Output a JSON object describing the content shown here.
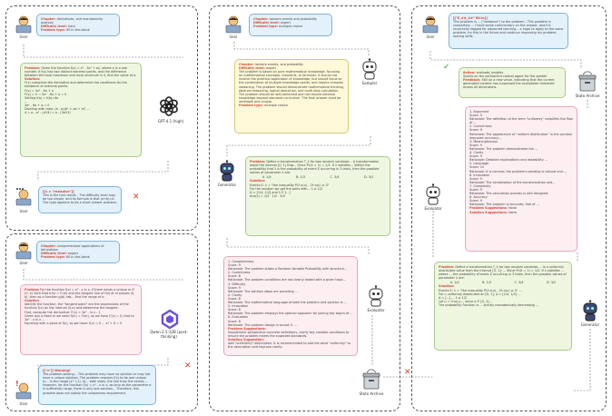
{
  "panel1": {
    "q": {
      "chapter_label": "Chapter:",
      "chapter_value": "derivatives, and monotonicity analysis",
      "difficulty_label": "Difficulty level:",
      "difficulty_value": "hard",
      "problem_label": "Problem type:",
      "problem_value": "fill-in-the-blank",
      "user_label": "User"
    },
    "gpt": {
      "problem_label": "Problem:",
      "problem_text": "Given the function f(x) = x³ - 3x² + ax, where a is a real number. If f(x) has two distinct extreme points, and the difference between the local maximum and local minimum is 4, find the value of a.",
      "solution_label": "Solution:",
      "lines": [
        "f'(x) computes the derivative and determine the conditions for the existence of extreme points.",
        "f'(x) = 3x² - 6x + a",
        "f'(x) = 0 ⇒ 3x² - 6x + a = 0",
        "Setting f(a) = f(b)=4a",
        "...",
        "3a² - 6a + a = 0",
        "Dividing with ratio: (b - a)(b² + ab + a²) ...",
        "4 = a - a² - (a²/4) = a - (3a²/4)"
      ],
      "model_label": "GPT-4.1 (high)"
    },
    "user": {
      "lines": [
        "[[x = \"realsolve\"]]",
        "This is the true result... The difficulty level may be too simple, and its formula is that (a+b)=4. The type appears to be a short answer problem."
      ],
      "user_label": "User"
    }
  },
  "panel2": {
    "q": {
      "chapter_label": "Chapter:",
      "chapter_value": "comprehensive applications of derivatives",
      "difficulty_label": "Difficulty level:",
      "difficulty_value": "expert",
      "problem_label": "Problem type:",
      "problem_value": "fill-in-the-blank",
      "user_label": "User"
    },
    "qwen": {
      "problem_label": "Problem",
      "problem_text": "For the function f(x) = x³ - x ln x, if there exists a unique m ∈ (0, e) such that f(m) = f'(m) and the tangent line of f(x) at m passes (0, b), then as a function g(b) has... find the range of b.",
      "solution_label": "Solution",
      "lines": [
        "Identify the function; the \"tangent point\" are the expressions of the function f(x) on the interval (0,e) and determine the tangent.",
        "First, compute the derivative: f'(x) = 3x² - ln x - 1",
        "Given any a fixed m we need f(m) = f'(m), so we have f'(x) = 0, that is: 3x³ - x ln x ...",
        "Equating with a point of f(x), so we have: f(x) = 0 ... x² + 6 = 0"
      ],
      "model_label": "Qwen-2.5-32B (post-thinking)"
    },
    "user": {
      "lines": [
        "[[\"x\"]] Warning!",
        "The problem-solving... This problem may have no solution or may not have a unique solution. The problem requires f(x) to be one unique m... In the range [e^(-1), e]... both sides, the line from the vertex... However, for the function f(x) = x³ - x ln x, as long as the parameter e is sufficiently large, there is only one solution... Therefore, this problem does not satisfy the uniqueness requirement."
      ],
      "user_label": "User"
    }
  },
  "panel3": {
    "q": {
      "chapter_label": "Chapter:",
      "chapter_value": "random events and probability",
      "difficulty_label": "Difficulty level:",
      "difficulty_value": "expert",
      "problem_label": "Problem type:",
      "problem_value": "multiple choice",
      "user_label": "User"
    },
    "sampler_label": "Sampler",
    "sampler_box": {
      "chapter_label": "Chapter:",
      "chapter_value": "random events, and probability",
      "difficulty_label": "Difficulty level:",
      "difficulty_value": "expert",
      "text": "The problem is based on pure mathematical knowledge, focusing on mathematical concepts, theorems, or formulas. It should not involve the practical application of knowledge, but should focus on the combination of multiple knowledge points, and require complex reasoning. The problem should demonstrate mathematical thinking, abstract reasoning, logical deduction, and multi-step calculation. The problem should be self-contained and not require external knowledge beyond standard curriculum. The final answer must be verifiable and unique.",
      "problem_label": "Problem type:",
      "problem_value": "multiple choice"
    },
    "generator_label": "Generator",
    "gen_box": {
      "problem_label": "Problem:",
      "problem_text": "Define a transformation T_λ for two random variables... A transformation maps the interval [0, 1] that... Since Pr(X = 1) = 1/2. If λ satisfies... Within the probability that λ is the probability of event E occurring in 3 trials, then the possible values of parameter λ are:",
      "options": [
        "A. 1/4",
        "B. 1/3",
        "C. 3/4",
        "D. 3/2"
      ],
      "solution_label": "Solution:",
      "lines": [
        "Events E: λ = \"the inequality P(λ·x(u) - 2λ·x(u) ≥ 0\"",
        "For the solution we get the pairs with... λ ≥ 1/2",
        "Ω = [1/4, 1/2] and λ ∈ [...]",
        "Ans(λ) = 1/4 · 1/2 · 3/4"
      ]
    },
    "evaluator_label": "Evaluator",
    "eval_box": {
      "lines": [
        "1. Completeness",
        "Score: 9",
        "Rationale: The problem states a Random Variable Probability with structure...",
        "2. Correctness",
        "Score: 8",
        "Rationale: The problem conditions are not clearly stated with a given topic...",
        "3. Difficulty",
        "Score: 9",
        "Rationale: The solution steps are providing ...",
        "4. Clarity",
        "Score: 8",
        "Rationale: The mathematical language of both the problem and solution is ...",
        "5. Innovation",
        "Score: 8",
        "Rationale: The problem employs the optimal approach for joining key topics of ...",
        "6. Evaluation",
        "Score: 8",
        "Rationale: The problem design is sound; it ..."
      ],
      "suggestion_label": "Problem Suggestions:",
      "suggestion": "Supplement perspective concrete definitions, clarify key variable conditions to ensure the problem meets the expected standards.",
      "solution_label": "Solution Suggestion:",
      "solution": "Add \"uniformity\" description: It is recommended to add the word \"uniformly\" to the description and improve clarity."
    },
    "state_label": "State Archive"
  },
  "panel4": {
    "q": {
      "lines": [
        "[[\"E_##_##\" fill-in]]",
        "This problem is ... (\"realsolve\") to the problem - This problem is completely ... I have some commentary on the answer, and it's incorrectly tagged for advanced learning... a hope to apply to the same problem, try this in the future and continue improving my problem-solving skills."
      ],
      "user_label": "User"
    },
    "state_label": "State Archive",
    "arch_box": {
      "action_label": "Action:",
      "action_value": "evaluate_insights",
      "info": "Scores on the permanent control agent for the update",
      "feedback_label": "Feedback:",
      "feedback_value": "Still on a new value, indicating that the current generated content has surpassed the acceptable threshold across all dimensions."
    },
    "evaluator_label": "Evaluator",
    "eval_box": {
      "lines": [
        "1. Argument",
        "Score: 9",
        "Rationale: The definition of the term \"uniformly\" simplifies the flow of ...",
        "2. Correctness",
        "Score: 9",
        "Rationale: The appearance of \"uniform distribution\" in the solution improves accuracy...",
        "3. Meaningfulness",
        "Score: 9",
        "Rationale: The problem demonstrates the ...",
        "4. Clarity",
        "Score: 9",
        "Rationale: Detailed explanations and readability ...",
        "5. Language",
        "Score: 10",
        "Rationale: It is concise; the problem's wording is natural and ...",
        "6. Innovation",
        "Score: 9",
        "Rationale: The combination of the transformation and...",
        "7. Complexity",
        "Score: 9",
        "Rationale: The calculation process is well designed.",
        "8. Accuracy",
        "Score: 9",
        "Rationale: The problem is accurate, free of ..."
      ],
      "suggestion_label": "Problem Suggestions:",
      "suggestion": "None",
      "solution_label": "Solution Suggestions:",
      "solution": "None"
    },
    "generator_label": "Generator",
    "gen_box": {
      "problem_label": "Problem:",
      "problem_text": "Define a transformation T_λ for two random variables ... is a uniformly distributed value from the interval [0, 1]; ... Since Pr(X = 1) = 1/2. If λ satisfies ... where ... the probability of event E occurring in 3 trials, then the possible values of parameter λ are:",
      "options": [
        "A. 1/4",
        "B. 1/3",
        "C. 3/4",
        "D. 3/2"
      ],
      "solution_label": "Solution:",
      "lines": [
        "Events E: λ = \"the inequality P(λ·x(u) - 2λ·x(u) ≥ 0\" ...",
        "For u uniformly distributed on [0, 1], Ω = [1/4, 1/2] ...",
        "A = [...] ... λ ≥ 1/2",
        "Let u = U·x(u)..., since u ∈ [0, 1]...",
        "The probability function is ... strictly monotonically decreasing ..."
      ]
    }
  },
  "colors": {
    "red": "#d24a3a",
    "blue": "#e3f1fb",
    "green": "#eef6df",
    "yellow": "#fff9d9",
    "pink": "#fdeef2"
  }
}
